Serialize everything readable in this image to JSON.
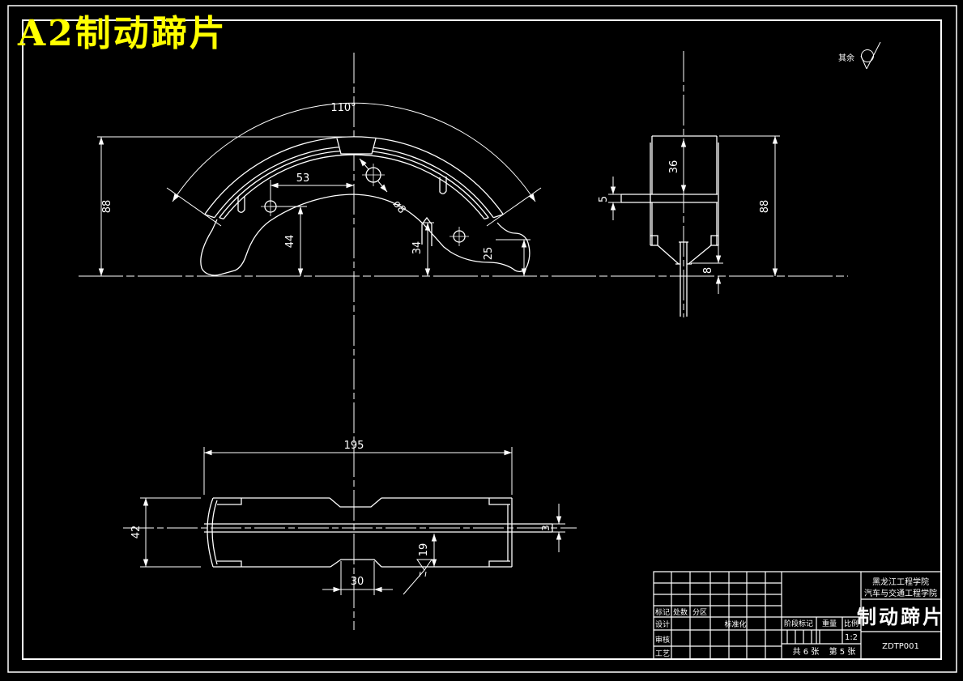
{
  "drawing": {
    "tag": "A2制动蹄片",
    "surface_note": "其余",
    "front_view": {
      "angle": "110°",
      "height": "88",
      "hole_offset": "53",
      "hole_dia": "ø8",
      "web_height": "44",
      "tab_height": "34",
      "end_height": "25"
    },
    "side_view": {
      "web_width": "36",
      "lining_thickness": "5",
      "height": "88",
      "stem": "8"
    },
    "bottom_view": {
      "length": "195",
      "width": "42",
      "flange": "19",
      "slot": "30",
      "web_thickness": "3"
    }
  },
  "title_block": {
    "school_line1": "黑龙江工程学院",
    "school_line2": "汽车与交通工程学院",
    "part_name": "制动蹄片",
    "drawing_no": "ZDTP001",
    "stage_label": "阶段标记",
    "weight_label": "重量",
    "scale_label": "比例",
    "scale_value": "1:2",
    "sheet_total": "共 6 张",
    "sheet_no": "第 5 张",
    "mark_label": "标记",
    "count_label": "处数",
    "zone_label": "分区",
    "design_label": "设计",
    "standard_label": "标准化",
    "review_label": "审核",
    "process_label": "工艺"
  },
  "colors": {
    "background": "#000000",
    "line": "#ffffff",
    "tag": "#ffff00"
  }
}
